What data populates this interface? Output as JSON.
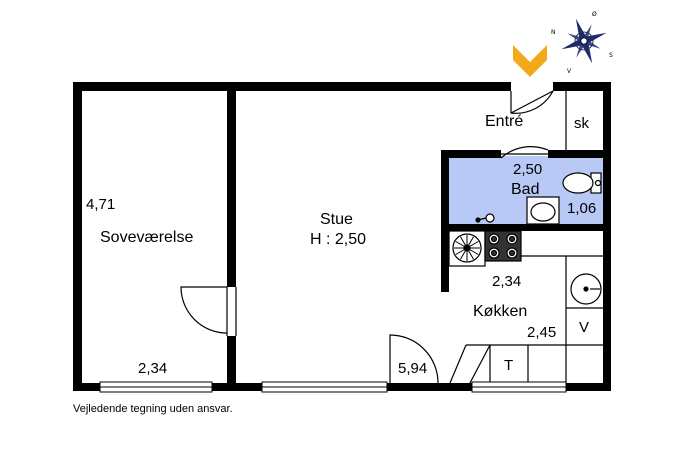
{
  "rooms": {
    "sovevaerelse": {
      "name": "Soveværelse",
      "dim_side": "4,71",
      "dim_bottom": "2,34"
    },
    "stue": {
      "name": "Stue",
      "height": "H : 2,50",
      "dim": "5,94"
    },
    "entre": {
      "name": "Entré"
    },
    "skab": {
      "name": "sk"
    },
    "bad": {
      "name": "Bad",
      "dim_top": "2,50",
      "dim_side": "1,06"
    },
    "kokken": {
      "name": "Køkken",
      "dim_top": "2,34",
      "dim_side": "2,45"
    }
  },
  "fixtures": {
    "fridge": "T",
    "washer": "V"
  },
  "compass": {
    "n": "N",
    "o": "Ø",
    "s": "S",
    "v": "V"
  },
  "footer": {
    "disclaimer": "Vejledende tegning uden ansvar."
  },
  "colors": {
    "bath_fill": "#b9c9f5",
    "wall": "#000000",
    "entrance_arrow": "#f2a91a"
  }
}
